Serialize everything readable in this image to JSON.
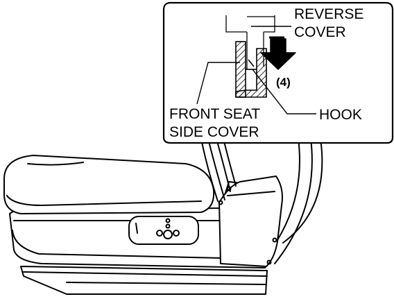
{
  "labels": {
    "reverse": "REVERSE",
    "cover": "COVER",
    "step": "(4)",
    "hook": "HOOK",
    "front_seat": "FRONT SEAT",
    "side_cover": "SIDE COVER"
  },
  "colors": {
    "line": "#000000",
    "hatch": "#000000",
    "background": "#ffffff"
  },
  "icons": {
    "arrow": "down-arrow-icon"
  }
}
